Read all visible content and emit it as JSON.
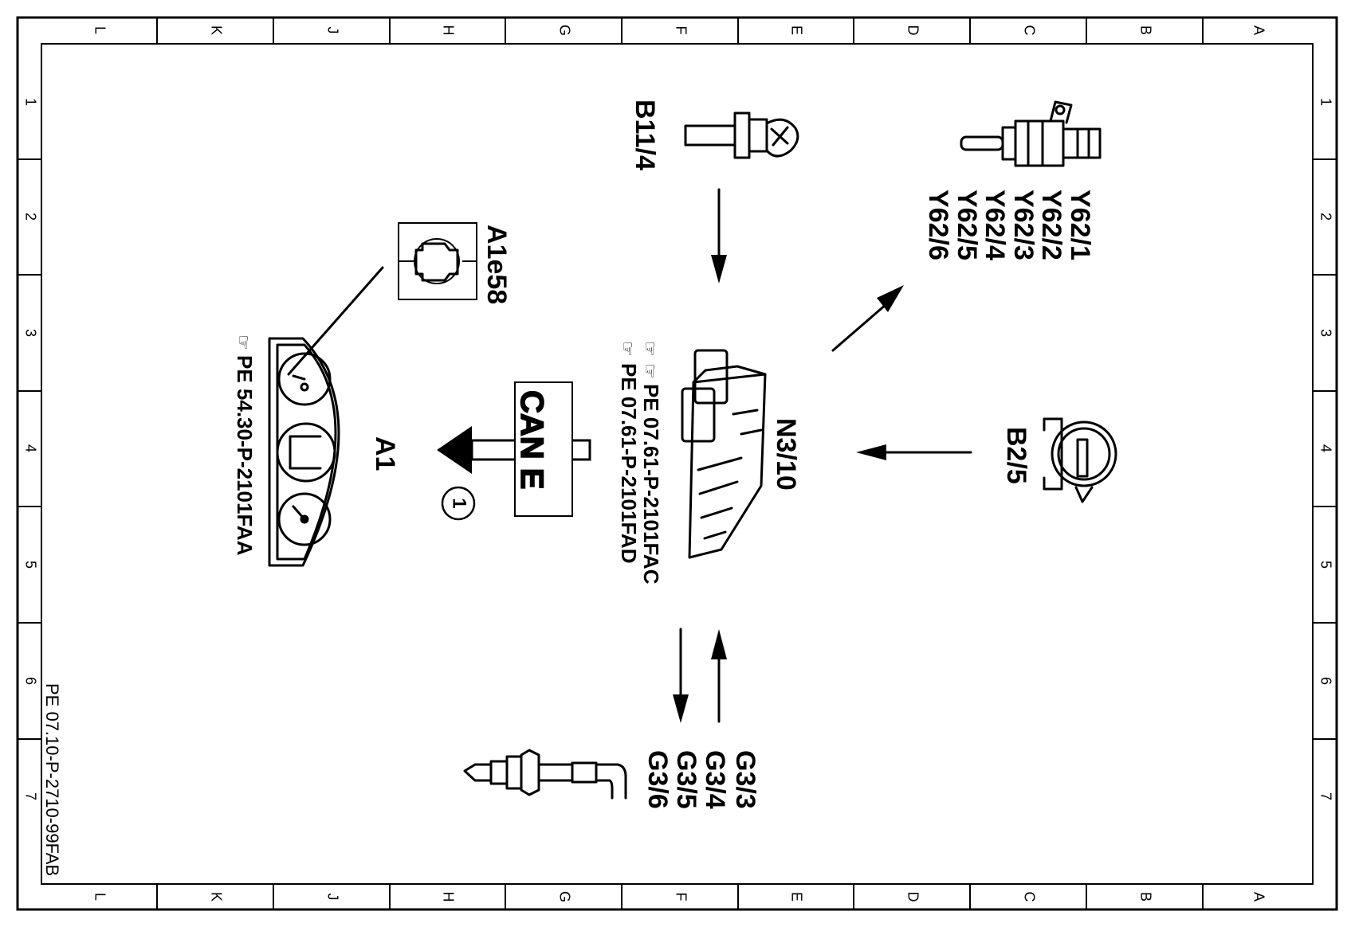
{
  "frame": {
    "column_letters": [
      "L",
      "K",
      "J",
      "H",
      "G",
      "F",
      "E",
      "D",
      "C",
      "B",
      "A"
    ],
    "row_numbers": [
      "1",
      "2",
      "3",
      "4",
      "5",
      "6",
      "7"
    ]
  },
  "document_code": "PE 07.10-P-2710-99FAB",
  "components": {
    "sensor_b11_4": {
      "label": "B11/4"
    },
    "injectors": {
      "labels": [
        "Y62/1",
        "Y62/2",
        "Y62/3",
        "Y62/4",
        "Y62/5",
        "Y62/6"
      ]
    },
    "warning_lamp": {
      "label": "A1e58"
    },
    "instrument_cluster": {
      "label": "A1",
      "ref": "PE  54.30-P-2101FAA"
    },
    "control_unit": {
      "label": "N3/10",
      "refs": [
        "PE  07.61-P-2101FAC",
        "PE  07.61-P-2101FAD"
      ]
    },
    "can_bus": {
      "label": "CAN E",
      "callout": "1"
    },
    "sensor_b2_5": {
      "label": "B2/5"
    },
    "o2_sensors": {
      "labels": [
        "G3/3",
        "G3/4",
        "G3/5",
        "G3/6"
      ]
    }
  }
}
